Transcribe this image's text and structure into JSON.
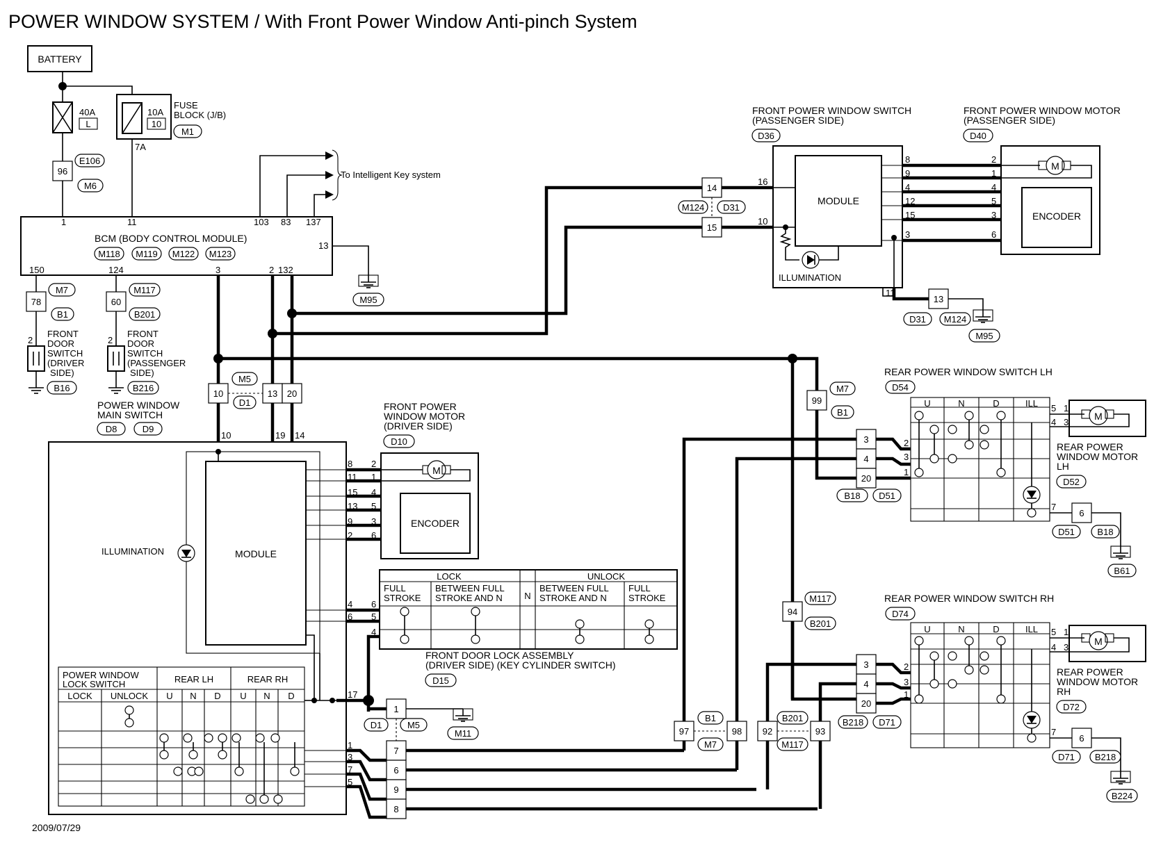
{
  "title": "POWER WINDOW SYSTEM / With Front Power Window Anti-pinch System",
  "date": "2009/07/29",
  "labels": {
    "battery": "BATTERY",
    "fuse_40a": "40A",
    "fuse_40a_id": "L",
    "fuse_10a": "10A",
    "fuse_10a_id": "10",
    "fuse_block_1": "FUSE",
    "fuse_block_2": "BLOCK (J/B)",
    "fuse_7a": "7A",
    "to_ikey": "To Intelligent Key system",
    "bcm": "BCM (BODY CONTROL MODULE)",
    "fdsw_drv": [
      "FRONT",
      "DOOR",
      "SWITCH",
      "(DRIVER",
      "SIDE)"
    ],
    "fdsw_pas": [
      "FRONT",
      "DOOR",
      "SWITCH",
      "(PASSENGER",
      "SIDE)"
    ],
    "pw_main_1": "POWER WINDOW",
    "pw_main_2": "MAIN SWITCH",
    "illumination": "ILLUMINATION",
    "module": "MODULE",
    "encoder": "ENCODER",
    "motor_m": "M",
    "fpwm_drv": [
      "FRONT POWER",
      "WINDOW MOTOR",
      "(DRIVER SIDE)"
    ],
    "fpws_pas_1": "FRONT POWER WINDOW SWITCH",
    "fpws_pas_2": "(PASSENGER SIDE)",
    "fpwm_pas_1": "FRONT POWER WINDOW MOTOR",
    "fpwm_pas_2": "(PASSENGER SIDE)",
    "rpws_lh": "REAR POWER WINDOW SWITCH LH",
    "rpws_rh": "REAR POWER WINDOW SWITCH RH",
    "rpwm_lh": [
      "REAR POWER",
      "WINDOW MOTOR",
      "LH"
    ],
    "rpwm_rh": [
      "REAR POWER",
      "WINDOW MOTOR",
      "RH"
    ],
    "lock_table": {
      "lock": "LOCK",
      "unlock": "UNLOCK",
      "full_stroke": [
        "FULL",
        "STROKE"
      ],
      "between": [
        "BETWEEN FULL",
        "STROKE AND N"
      ],
      "n": "N"
    },
    "fdla_1": "FRONT DOOR LOCK ASSEMBLY",
    "fdla_2": "(DRIVER SIDE) (KEY CYLINDER SWITCH)",
    "pwls_1": "POWER WINDOW",
    "pwls_2": "LOCK SWITCH",
    "pwls_lock": "LOCK",
    "pwls_unlock": "UNLOCK",
    "rear_lh": "REAR LH",
    "rear_rh": "REAR RH",
    "u": "U",
    "n": "N",
    "d": "D",
    "ill": "ILL"
  },
  "connectors": {
    "m1": "M1",
    "e106": "E106",
    "m6": "M6",
    "m7": "M7",
    "b1": "B1",
    "m117": "M117",
    "b201": "B201",
    "b16": "B16",
    "b216": "B216",
    "m118": "M118",
    "m119": "M119",
    "m122": "M122",
    "m123": "M123",
    "m95": "M95",
    "m5": "M5",
    "d1": "D1",
    "d8": "D8",
    "d9": "D9",
    "d10": "D10",
    "d15": "D15",
    "m11": "M11",
    "d36": "D36",
    "d40": "D40",
    "m124": "M124",
    "d31": "D31",
    "d54": "D54",
    "d52": "D52",
    "b18": "B18",
    "d51": "D51",
    "b61": "B61",
    "d74": "D74",
    "d72": "D72",
    "b218": "B218",
    "d71": "D71",
    "b224": "B224"
  },
  "pins": {
    "p96": "96",
    "p1": "1",
    "p11": "11",
    "p103": "103",
    "p83": "83",
    "p137": "137",
    "p13": "13",
    "p150": "150",
    "p124": "124",
    "p3": "3",
    "p2": "2",
    "p132": "132",
    "p78": "78",
    "p60": "60",
    "p10": "10",
    "p19": "19",
    "p14": "14",
    "p20": "20",
    "p8": "8",
    "p15": "15",
    "p9": "9",
    "p4": "4",
    "p5": "5",
    "p6": "6",
    "p17": "17",
    "p7": "7",
    "p16": "16",
    "p12": "12",
    "p12b": "12",
    "p99": "99",
    "p94": "94",
    "p97": "97",
    "p98": "98",
    "p92": "92",
    "p93": "93"
  }
}
